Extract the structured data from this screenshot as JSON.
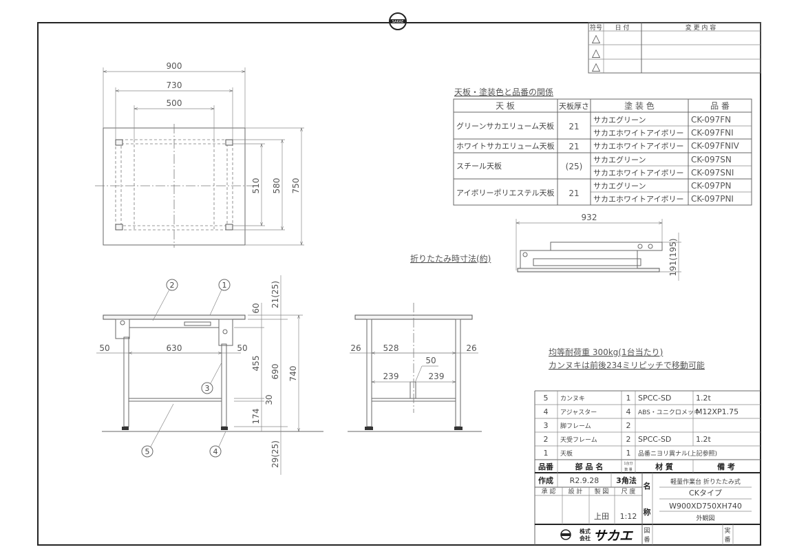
{
  "logo_text": "SAKAE",
  "revision_table": {
    "headers": [
      "符号",
      "日 付",
      "変 更 内 容"
    ],
    "rows": [
      {
        "mark": "△"
      },
      {
        "mark": "△"
      },
      {
        "mark": "△"
      }
    ]
  },
  "top_view": {
    "dims": {
      "width_total": "900",
      "width_frame": "730",
      "width_inner": "500",
      "depth_inner": "510",
      "depth_frame": "580",
      "depth_total": "750"
    }
  },
  "front_view": {
    "callouts": [
      "1",
      "2",
      "3",
      "4",
      "5"
    ],
    "dims": {
      "left": "50",
      "span": "630",
      "right": "50",
      "top_thick": "21(25)",
      "frame": "60",
      "upper": "455",
      "stretcher": "30",
      "lower": "174",
      "mid_height": "690",
      "total_height": "740",
      "adjuster": "29(25)"
    }
  },
  "side_view": {
    "dims": {
      "left": "26",
      "span": "528",
      "right": "26",
      "center": "50",
      "half_left": "239",
      "half_right": "239"
    }
  },
  "folded": {
    "label": "折りたたみ時寸法(約)",
    "width": "932",
    "height": "191(195)"
  },
  "notes": [
    "均等耐荷重 300kg(1台当たり)",
    "カンヌキは前後234ミリピッチで移動可能"
  ],
  "spec_table": {
    "title": "天板・塗装色と品番の関係",
    "headers": [
      "天 板",
      "天板厚さ",
      "塗 装 色",
      "品 番"
    ],
    "groups": [
      {
        "top": "グリーンサカエリューム天板",
        "thickness": "21",
        "rows": [
          {
            "color": "サカエグリーン",
            "code": "CK-097FN"
          },
          {
            "color": "サカエホワイトアイボリー",
            "code": "CK-097FNI"
          }
        ]
      },
      {
        "top": "ホワイトサカエリューム天板",
        "thickness": "21",
        "rows": [
          {
            "color": "サカエホワイトアイボリー",
            "code": "CK-097FNIV"
          }
        ]
      },
      {
        "top": "スチール天板",
        "thickness": "(25)",
        "rows": [
          {
            "color": "サカエグリーン",
            "code": "CK-097SN"
          },
          {
            "color": "サカエホワイトアイボリー",
            "code": "CK-097SNI"
          }
        ]
      },
      {
        "top": "アイボリーポリエステル天板",
        "thickness": "21",
        "rows": [
          {
            "color": "サカエグリーン",
            "code": "CK-097PN"
          },
          {
            "color": "サカエホワイトアイボリー",
            "code": "CK-097PNI"
          }
        ]
      }
    ]
  },
  "parts_list": {
    "rows": [
      {
        "no": "5",
        "name": "カンヌキ",
        "qty": "1",
        "material": "SPCC-SD",
        "note": "1.2t"
      },
      {
        "no": "4",
        "name": "アジャスター",
        "qty": "4",
        "material": "ABS・ユニクロメッキ",
        "note": "M12XP1.75"
      },
      {
        "no": "3",
        "name": "脚フレーム",
        "qty": "2",
        "material": "",
        "note": ""
      },
      {
        "no": "2",
        "name": "天受フレーム",
        "qty": "2",
        "material": "SPCC-SD",
        "note": "1.2t"
      },
      {
        "no": "1",
        "name": "天板",
        "qty": "1",
        "material": "品番ニヨリ異ナル(上記参照)",
        "note": ""
      }
    ],
    "headers": {
      "no": "品番",
      "name": "部 品 名",
      "qty_1": "1台分",
      "qty_2": "数 量",
      "material": "材 質",
      "note": "備 考"
    }
  },
  "title_block": {
    "created_label": "作成",
    "created_date": "R2.9.28",
    "projection": "3角法",
    "approval": "承 認",
    "design": "設 計",
    "drafting": "製 図",
    "scale_label": "尺 度",
    "drafter": "上田",
    "scale": "1:12",
    "name_label_1": "名",
    "name_label_2": "称",
    "name_lines": [
      "軽量作業台 折りたたみ式",
      "CKタイプ",
      "W900XD750XH740",
      "外観図"
    ],
    "company_prefix_1": "株式",
    "company_prefix_2": "会社",
    "company": "サカエ",
    "drawing_no_label_1": "図",
    "drawing_no_label_2": "番",
    "sheet_label_1": "実",
    "sheet_label_2": "番"
  }
}
